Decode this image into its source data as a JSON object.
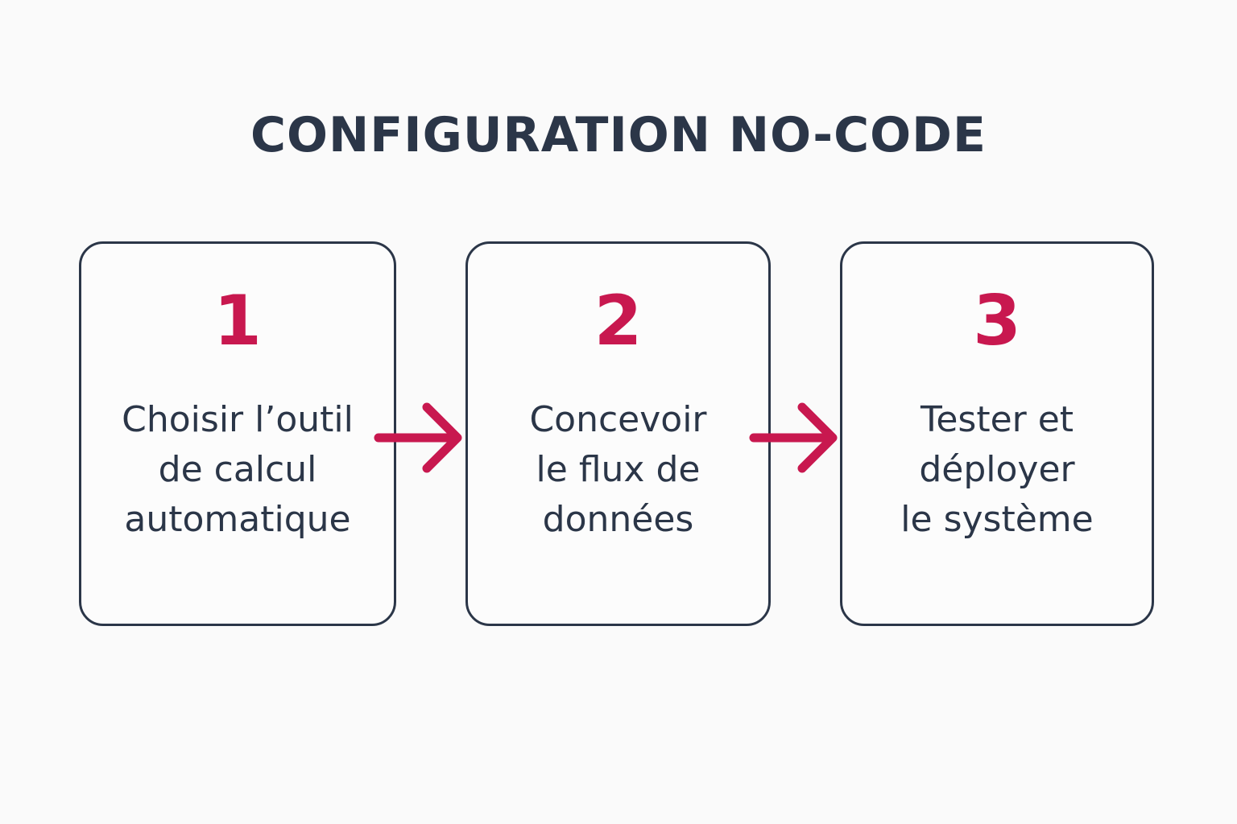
{
  "title": "CONFIGURATION NO-CODE",
  "colors": {
    "text": "#2b3648",
    "accent": "#c8184f",
    "background": "#fafafa"
  },
  "steps": [
    {
      "number": "1",
      "label": "Choisir l’outil\nde calcul\nautomatique"
    },
    {
      "number": "2",
      "label": "Concevoir\nle flux de\ndonnées"
    },
    {
      "number": "3",
      "label": "Tester et\ndéployer\nle système"
    }
  ],
  "connectors": [
    "arrow-right-icon",
    "arrow-right-icon"
  ]
}
